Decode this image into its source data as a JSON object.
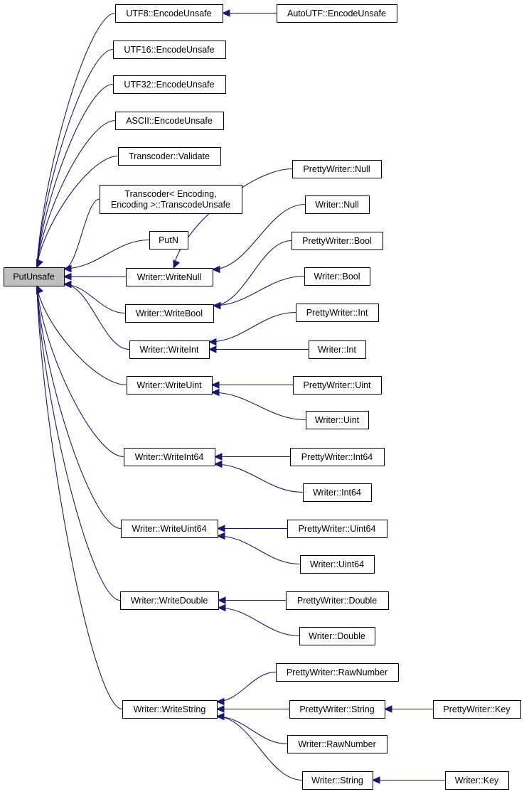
{
  "graph": {
    "root": "n_putunsafe",
    "edge_color": "#191970",
    "root_fill": "#bfbfbf",
    "node_fill": "#ffffff",
    "nodes": [
      {
        "id": "n_putunsafe",
        "name": "node-putunsafe",
        "lines": [
          "PutUnsafe"
        ],
        "root": true
      },
      {
        "id": "n_utf8_encodeunsafe",
        "name": "node-utf8-encodeunsafe",
        "lines": [
          "UTF8::EncodeUnsafe"
        ]
      },
      {
        "id": "n_autoutf_encodeunsafe",
        "name": "node-autoutf-encodeunsafe",
        "lines": [
          "AutoUTF::EncodeUnsafe"
        ]
      },
      {
        "id": "n_utf16_encodeunsafe",
        "name": "node-utf16-encodeunsafe",
        "lines": [
          "UTF16::EncodeUnsafe"
        ]
      },
      {
        "id": "n_utf32_encodeunsafe",
        "name": "node-utf32-encodeunsafe",
        "lines": [
          "UTF32::EncodeUnsafe"
        ]
      },
      {
        "id": "n_ascii_encodeunsafe",
        "name": "node-ascii-encodeunsafe",
        "lines": [
          "ASCII::EncodeUnsafe"
        ]
      },
      {
        "id": "n_transcoder_validate",
        "name": "node-transcoder-validate",
        "lines": [
          "Transcoder::Validate"
        ]
      },
      {
        "id": "n_transcoder_transcodeunsafe",
        "name": "node-transcoder-transcodeunsafe",
        "lines": [
          "Transcoder< Encoding,",
          "Encoding >::TranscodeUnsafe"
        ]
      },
      {
        "id": "n_putn",
        "name": "node-putn",
        "lines": [
          "PutN"
        ]
      },
      {
        "id": "n_writer_writenull",
        "name": "node-writer-writenull",
        "lines": [
          "Writer::WriteNull"
        ]
      },
      {
        "id": "n_prettywriter_null",
        "name": "node-prettywriter-null",
        "lines": [
          "PrettyWriter::Null"
        ]
      },
      {
        "id": "n_writer_null",
        "name": "node-writer-null",
        "lines": [
          "Writer::Null"
        ]
      },
      {
        "id": "n_writer_writebool",
        "name": "node-writer-writebool",
        "lines": [
          "Writer::WriteBool"
        ]
      },
      {
        "id": "n_prettywriter_bool",
        "name": "node-prettywriter-bool",
        "lines": [
          "PrettyWriter::Bool"
        ]
      },
      {
        "id": "n_writer_bool",
        "name": "node-writer-bool",
        "lines": [
          "Writer::Bool"
        ]
      },
      {
        "id": "n_writer_writeint",
        "name": "node-writer-writeint",
        "lines": [
          "Writer::WriteInt"
        ]
      },
      {
        "id": "n_prettywriter_int",
        "name": "node-prettywriter-int",
        "lines": [
          "PrettyWriter::Int"
        ]
      },
      {
        "id": "n_writer_int",
        "name": "node-writer-int",
        "lines": [
          "Writer::Int"
        ]
      },
      {
        "id": "n_writer_writeuint",
        "name": "node-writer-writeuint",
        "lines": [
          "Writer::WriteUint"
        ]
      },
      {
        "id": "n_prettywriter_uint",
        "name": "node-prettywriter-uint",
        "lines": [
          "PrettyWriter::Uint"
        ]
      },
      {
        "id": "n_writer_uint",
        "name": "node-writer-uint",
        "lines": [
          "Writer::Uint"
        ]
      },
      {
        "id": "n_writer_writeint64",
        "name": "node-writer-writeint64",
        "lines": [
          "Writer::WriteInt64"
        ]
      },
      {
        "id": "n_prettywriter_int64",
        "name": "node-prettywriter-int64",
        "lines": [
          "PrettyWriter::Int64"
        ]
      },
      {
        "id": "n_writer_int64",
        "name": "node-writer-int64",
        "lines": [
          "Writer::Int64"
        ]
      },
      {
        "id": "n_writer_writeuint64",
        "name": "node-writer-writeuint64",
        "lines": [
          "Writer::WriteUint64"
        ]
      },
      {
        "id": "n_prettywriter_uint64",
        "name": "node-prettywriter-uint64",
        "lines": [
          "PrettyWriter::Uint64"
        ]
      },
      {
        "id": "n_writer_uint64",
        "name": "node-writer-uint64",
        "lines": [
          "Writer::Uint64"
        ]
      },
      {
        "id": "n_writer_writedouble",
        "name": "node-writer-writedouble",
        "lines": [
          "Writer::WriteDouble"
        ]
      },
      {
        "id": "n_prettywriter_double",
        "name": "node-prettywriter-double",
        "lines": [
          "PrettyWriter::Double"
        ]
      },
      {
        "id": "n_writer_double",
        "name": "node-writer-double",
        "lines": [
          "Writer::Double"
        ]
      },
      {
        "id": "n_writer_writestring",
        "name": "node-writer-writestring",
        "lines": [
          "Writer::WriteString"
        ]
      },
      {
        "id": "n_prettywriter_rawnumber",
        "name": "node-prettywriter-rawnumber",
        "lines": [
          "PrettyWriter::RawNumber"
        ]
      },
      {
        "id": "n_prettywriter_string",
        "name": "node-prettywriter-string",
        "lines": [
          "PrettyWriter::String"
        ]
      },
      {
        "id": "n_prettywriter_key",
        "name": "node-prettywriter-key",
        "lines": [
          "PrettyWriter::Key"
        ]
      },
      {
        "id": "n_writer_rawnumber",
        "name": "node-writer-rawnumber",
        "lines": [
          "Writer::RawNumber"
        ]
      },
      {
        "id": "n_writer_string",
        "name": "node-writer-string",
        "lines": [
          "Writer::String"
        ]
      },
      {
        "id": "n_writer_key",
        "name": "node-writer-key",
        "lines": [
          "Writer::Key"
        ]
      }
    ],
    "edges": [
      {
        "from": "n_utf8_encodeunsafe",
        "to": "n_putunsafe"
      },
      {
        "from": "n_autoutf_encodeunsafe",
        "to": "n_utf8_encodeunsafe"
      },
      {
        "from": "n_utf16_encodeunsafe",
        "to": "n_putunsafe"
      },
      {
        "from": "n_utf32_encodeunsafe",
        "to": "n_putunsafe"
      },
      {
        "from": "n_ascii_encodeunsafe",
        "to": "n_putunsafe"
      },
      {
        "from": "n_transcoder_validate",
        "to": "n_putunsafe"
      },
      {
        "from": "n_transcoder_transcodeunsafe",
        "to": "n_putunsafe"
      },
      {
        "from": "n_putn",
        "to": "n_putunsafe"
      },
      {
        "from": "n_writer_writenull",
        "to": "n_putunsafe"
      },
      {
        "from": "n_prettywriter_null",
        "to": "n_writer_writenull"
      },
      {
        "from": "n_writer_null",
        "to": "n_writer_writenull"
      },
      {
        "from": "n_writer_writebool",
        "to": "n_putunsafe"
      },
      {
        "from": "n_prettywriter_bool",
        "to": "n_writer_writebool"
      },
      {
        "from": "n_writer_bool",
        "to": "n_writer_writebool"
      },
      {
        "from": "n_writer_writeint",
        "to": "n_putunsafe"
      },
      {
        "from": "n_prettywriter_int",
        "to": "n_writer_writeint"
      },
      {
        "from": "n_writer_int",
        "to": "n_writer_writeint"
      },
      {
        "from": "n_writer_writeuint",
        "to": "n_putunsafe"
      },
      {
        "from": "n_prettywriter_uint",
        "to": "n_writer_writeuint"
      },
      {
        "from": "n_writer_uint",
        "to": "n_writer_writeuint"
      },
      {
        "from": "n_writer_writeint64",
        "to": "n_putunsafe"
      },
      {
        "from": "n_prettywriter_int64",
        "to": "n_writer_writeint64"
      },
      {
        "from": "n_writer_int64",
        "to": "n_writer_writeint64"
      },
      {
        "from": "n_writer_writeuint64",
        "to": "n_putunsafe"
      },
      {
        "from": "n_prettywriter_uint64",
        "to": "n_writer_writeuint64"
      },
      {
        "from": "n_writer_uint64",
        "to": "n_writer_writeuint64"
      },
      {
        "from": "n_writer_writedouble",
        "to": "n_putunsafe"
      },
      {
        "from": "n_prettywriter_double",
        "to": "n_writer_writedouble"
      },
      {
        "from": "n_writer_double",
        "to": "n_writer_writedouble"
      },
      {
        "from": "n_writer_writestring",
        "to": "n_putunsafe"
      },
      {
        "from": "n_prettywriter_rawnumber",
        "to": "n_writer_writestring"
      },
      {
        "from": "n_prettywriter_string",
        "to": "n_writer_writestring"
      },
      {
        "from": "n_prettywriter_key",
        "to": "n_prettywriter_string"
      },
      {
        "from": "n_writer_rawnumber",
        "to": "n_writer_writestring"
      },
      {
        "from": "n_writer_string",
        "to": "n_writer_writestring"
      },
      {
        "from": "n_writer_key",
        "to": "n_writer_string"
      }
    ]
  }
}
